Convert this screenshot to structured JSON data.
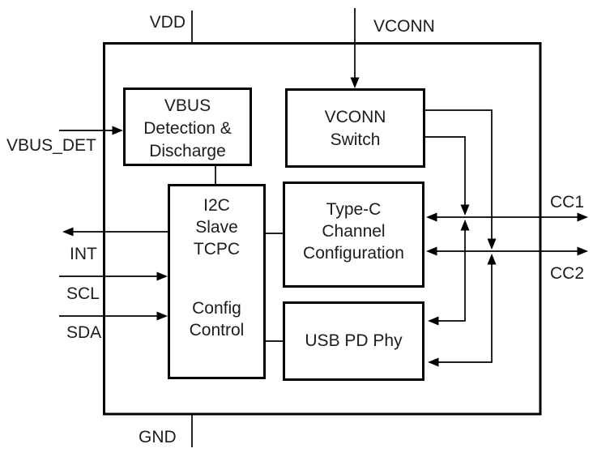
{
  "pins": {
    "vdd": {
      "label": "VDD"
    },
    "vconn": {
      "label": "VCONN"
    },
    "vbus_det": {
      "label": "VBUS_DET"
    },
    "int": {
      "label": "INT"
    },
    "scl": {
      "label": "SCL"
    },
    "sda": {
      "label": "SDA"
    },
    "gnd": {
      "label": "GND"
    },
    "cc1": {
      "label": "CC1"
    },
    "cc2": {
      "label": "CC2"
    }
  },
  "blocks": {
    "vbus_detection": {
      "lines": [
        "VBUS",
        "Detection &",
        "Discharge"
      ]
    },
    "vconn_switch": {
      "lines": [
        "VCONN",
        "Switch"
      ]
    },
    "i2c_slave_tcpc": {
      "lines": [
        "I2C",
        "Slave",
        "TCPC",
        "Config",
        "Control"
      ]
    },
    "typec_channel_config": {
      "lines": [
        "Type-C",
        "Channel",
        "Configuration"
      ]
    },
    "usb_pd_phy": {
      "lines": [
        "USB PD Phy"
      ]
    }
  },
  "colors": {
    "wire": "#000000",
    "block_border": "#000000",
    "text": "#1c1c1f",
    "background": "#ffffff"
  }
}
